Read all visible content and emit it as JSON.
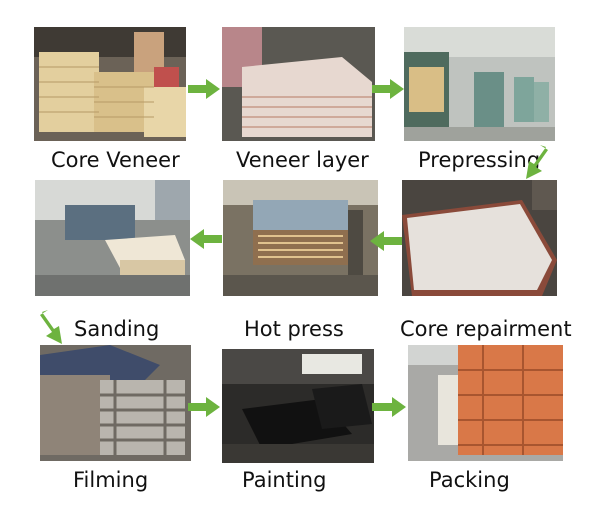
{
  "steps": [
    {
      "label": "Core Veneer"
    },
    {
      "label": "Veneer layer"
    },
    {
      "label": "Prepressing"
    },
    {
      "label": "Sanding"
    },
    {
      "label": "Hot press"
    },
    {
      "label": "Core repairment"
    },
    {
      "label": "Filming"
    },
    {
      "label": "Painting"
    },
    {
      "label": "Packing"
    }
  ],
  "colors": {
    "arrow": "#6db33f",
    "label_text": "#111111"
  },
  "icons": {
    "flow_arrow": "green-right-arrow",
    "flow_arrow_diagonal": "green-down-left-arrow"
  }
}
